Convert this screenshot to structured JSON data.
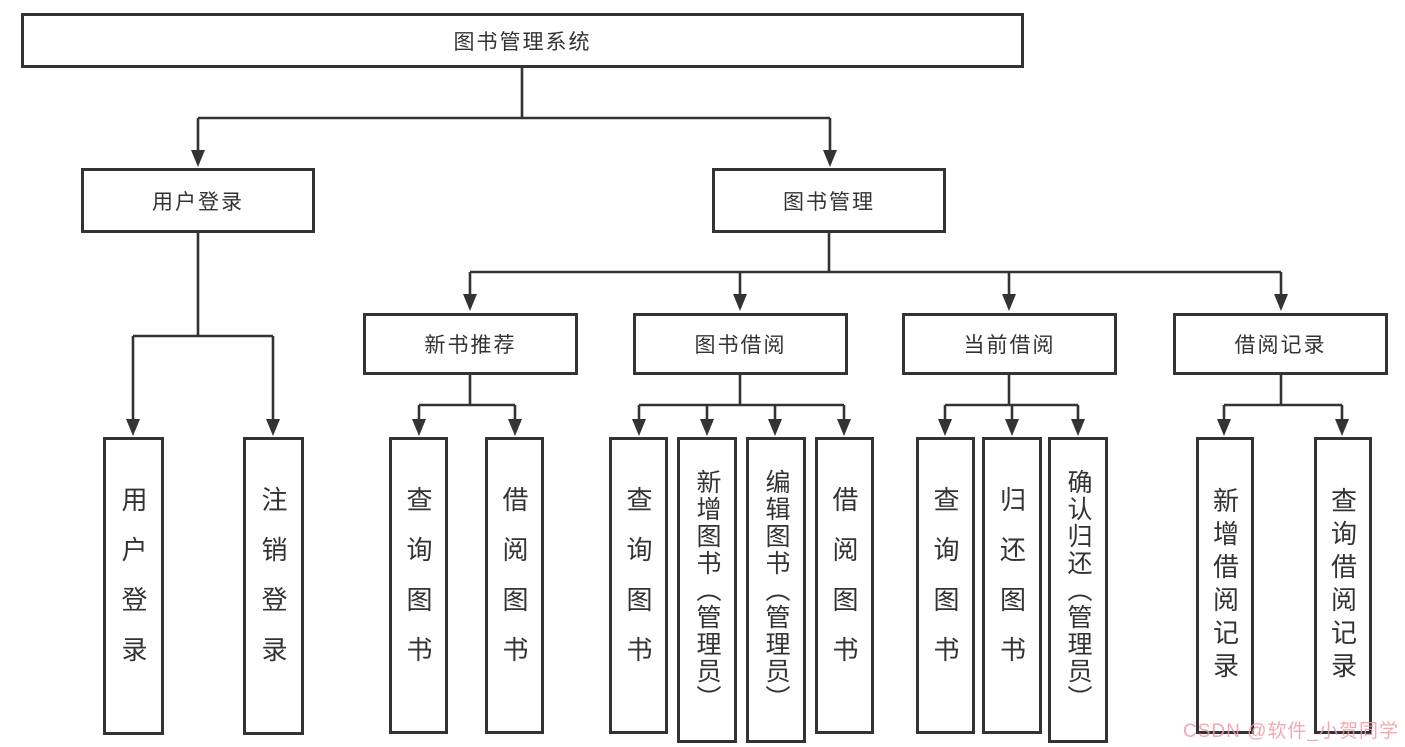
{
  "diagram_title": "图书管理系统",
  "tree": {
    "label": "图书管理系统",
    "children": [
      {
        "label": "用户登录",
        "children": [
          {
            "label": "用户登录"
          },
          {
            "label": "注销登录"
          }
        ]
      },
      {
        "label": "图书管理",
        "children": [
          {
            "label": "新书推荐",
            "children": [
              {
                "label": "查询图书"
              },
              {
                "label": "借阅图书"
              }
            ]
          },
          {
            "label": "图书借阅",
            "children": [
              {
                "label": "查询图书"
              },
              {
                "label": "新增图书（管理员）"
              },
              {
                "label": "编辑图书（管理员）"
              },
              {
                "label": "借阅图书"
              }
            ]
          },
          {
            "label": "当前借阅",
            "children": [
              {
                "label": "查询图书"
              },
              {
                "label": "归还图书"
              },
              {
                "label": "确认归还（管理员）"
              }
            ]
          },
          {
            "label": "借阅记录",
            "children": [
              {
                "label": "新增借阅记录"
              },
              {
                "label": "查询借阅记录"
              }
            ]
          }
        ]
      }
    ]
  },
  "colors": {
    "line": "#333333",
    "box_border": "#333333",
    "text": "#333333",
    "watermark": "#f09aa6"
  },
  "watermark": {
    "text": "CSDN @软件_小贺同学"
  }
}
